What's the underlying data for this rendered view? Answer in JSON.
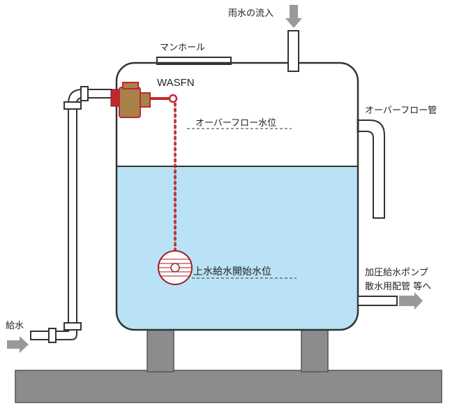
{
  "labels": {
    "rain_inflow": "雨水の流入",
    "manhole": "マンホール",
    "product": "WASFN",
    "overflow_level": "オーバーフロー水位",
    "overflow_pipe": "オーバーフロー管",
    "refill_level": "上水給水開始水位",
    "outlet_line1": "加圧給水ポンプ",
    "outlet_line2": "散水用配管 等へ",
    "water_supply": "給水"
  },
  "colors": {
    "water": "#b9e2f6",
    "valve_red": "#c0272d",
    "valve_brass": "#a6824a",
    "ground": "#8c8c8c",
    "outline": "#333333",
    "arrow": "#999999"
  }
}
